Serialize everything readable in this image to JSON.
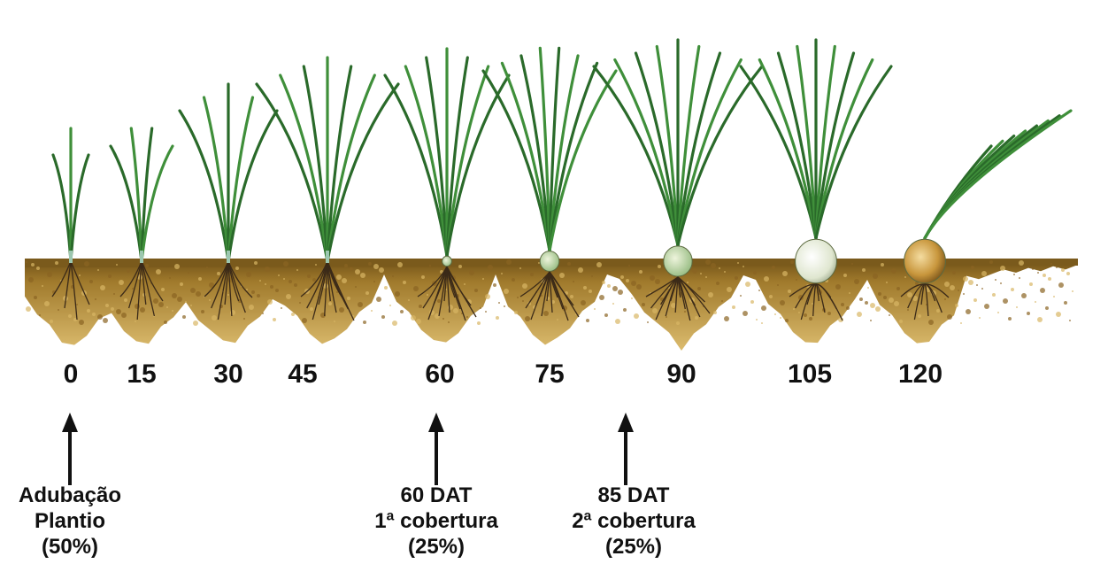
{
  "stages": [
    "0",
    "15",
    "30",
    "45",
    "60",
    "75",
    "90",
    "105",
    "120"
  ],
  "annotations": {
    "planting": {
      "line1": "Adubação",
      "line2": "Plantio",
      "line3": "(50%)"
    },
    "first": {
      "line1": "60 DAT",
      "line2": "1ª cobertura",
      "line3": "(25%)"
    },
    "second": {
      "line1": "85 DAT",
      "line2": "2ª cobertura",
      "line3": "(25%)"
    }
  },
  "colors": {
    "soil_top": "#7a5a1c",
    "soil_mid": "#b98a36",
    "soil_light": "#d9b765",
    "leaf": "#3f8f3a",
    "leaf_dark": "#2a6a2a",
    "root": "#3b2a18",
    "bulb_white": "#e9ede0",
    "bulb_gold": "#c79a3c"
  }
}
